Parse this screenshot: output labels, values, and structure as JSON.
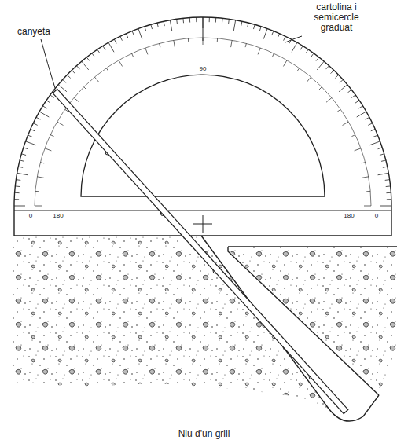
{
  "diagram": {
    "caption": "Niu d'un grill",
    "labels": [
      "canyeta",
      "cartolina i semicercle graduat",
      "90",
      "0",
      "180",
      "180",
      "0"
    ]
  }
}
